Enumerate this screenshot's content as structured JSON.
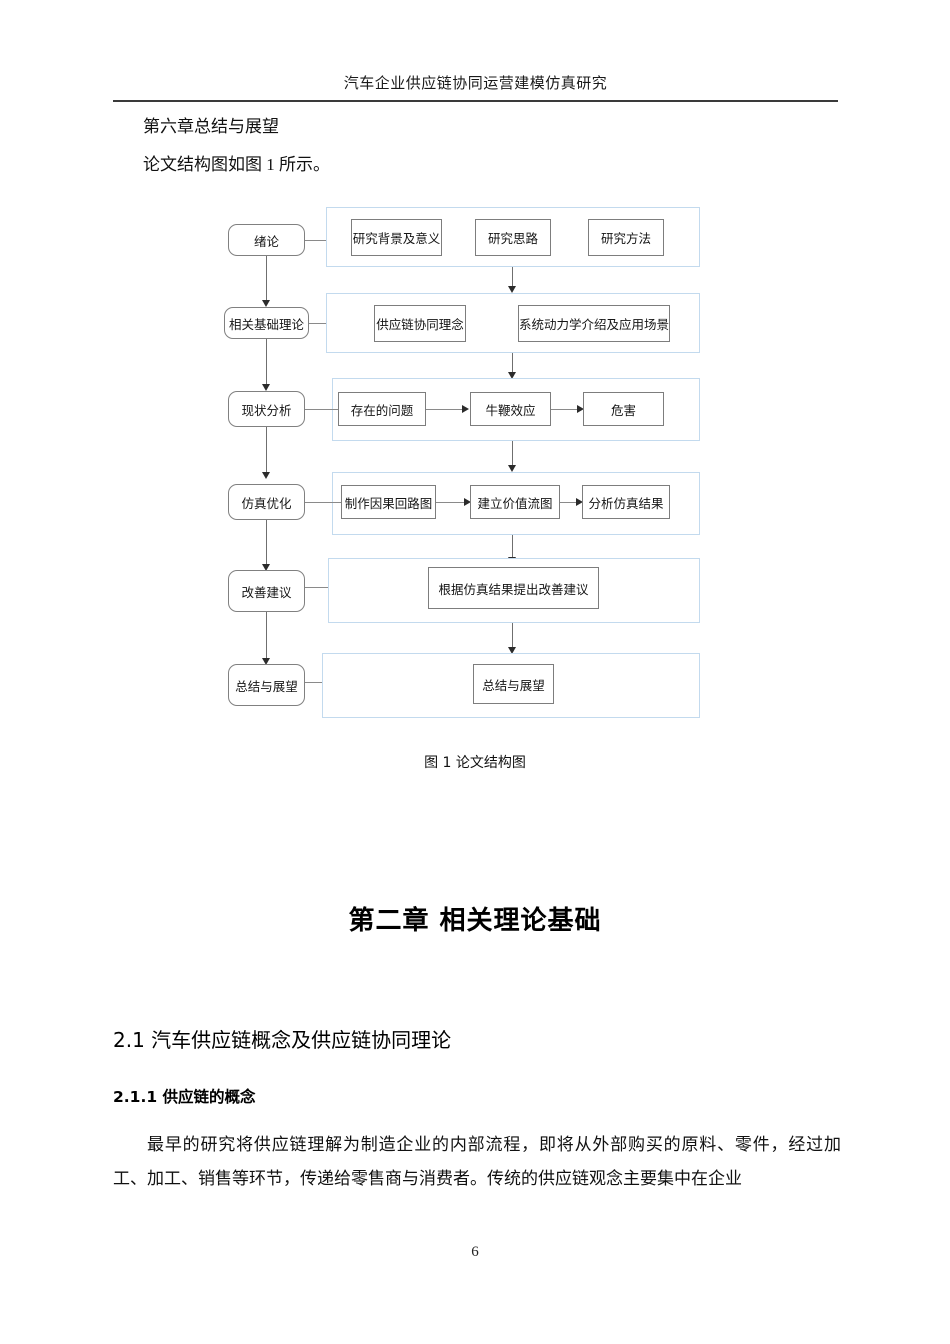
{
  "header": {
    "running_title": "汽车企业供应链协同运营建模仿真研究"
  },
  "intro": {
    "line1": "第六章总结与展望",
    "line2": "论文结构图如图 1 所示。"
  },
  "figure": {
    "caption": "图 1  论文结构图",
    "stages": [
      {
        "left_label": "绪论",
        "items": [
          "研究背景及意义",
          "研究思路",
          "研究方法"
        ]
      },
      {
        "left_label": "相关基础理论",
        "items": [
          "供应链协同理念",
          "系统动力学介绍及应用场景"
        ]
      },
      {
        "left_label": "现状分析",
        "items": [
          "存在的问题",
          "牛鞭效应",
          "危害"
        ]
      },
      {
        "left_label": "仿真优化",
        "items": [
          "制作因果回路图",
          "建立价值流图",
          "分析仿真结果"
        ]
      },
      {
        "left_label": "改善建议",
        "items": [
          "根据仿真结果提出改善建议"
        ]
      },
      {
        "left_label": "总结与展望",
        "items": [
          "总结与展望"
        ]
      }
    ],
    "colors": {
      "group_border": "#c3daee",
      "node_border": "#7d7d7d",
      "left_node_border": "#808080",
      "arrow": "#2b2b2b"
    }
  },
  "chapter": {
    "title": "第二章  相关理论基础"
  },
  "sections": {
    "h2": "2.1 汽车供应链概念及供应链协同理论",
    "h3": "2.1.1 供应链的概念",
    "paragraph": "最早的研究将供应链理解为制造企业的内部流程，即将从外部购买的原料、零件，经过加工、加工、销售等环节，传递给零售商与消费者。传统的供应链观念主要集中在企业"
  },
  "footer": {
    "page_number": "6"
  }
}
